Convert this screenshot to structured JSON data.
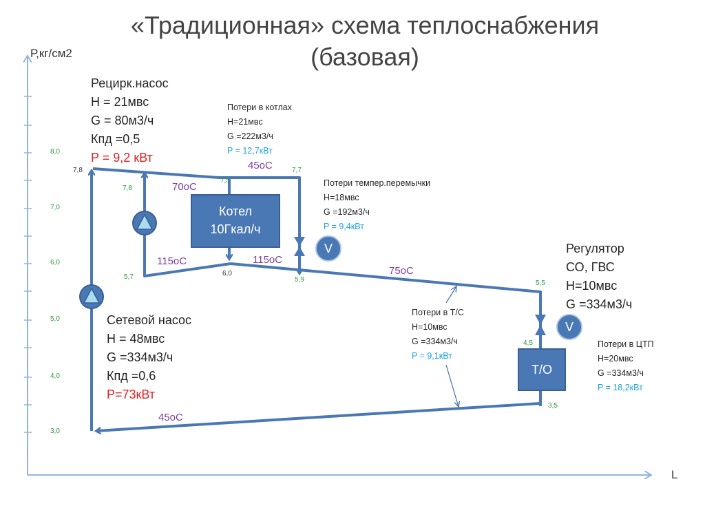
{
  "title": {
    "line1": "«Традиционная» схема теплоснабжения",
    "line2": "(базовая)"
  },
  "axes": {
    "y_label": "Р,кг/см2",
    "x_label": "L",
    "ticks": [
      "8,0",
      "7,0",
      "6,0",
      "5,0",
      "4,0",
      "3,0"
    ]
  },
  "recirc_pump": {
    "name": "Рецирк.насос",
    "head": "H = 21мвс",
    "flow": "G = 80м3/ч",
    "eff": "Кпд =0,5",
    "power": "P = 9,2 кВт"
  },
  "boiler_losses": {
    "title": "Потери в котлах",
    "head": "H=21мвс",
    "flow": "G =222м3/ч",
    "power": "P = 12,7кВт"
  },
  "bypass_losses": {
    "title": "Потери темпер.перемычки",
    "head": "H=18мвс",
    "flow": "G =192м3/ч",
    "power": "P = 9,4кВт"
  },
  "regulator": {
    "name": "Регулятор",
    "type": "СО, ГВС",
    "head": "H=10мвс",
    "flow": "G =334м3/ч"
  },
  "network_losses": {
    "title": "Потери в Т/С",
    "head": "H=10мвс",
    "flow": "G =334м3/ч",
    "power": "P = 9,1кВт"
  },
  "ctp_losses": {
    "title": "Потери в ЦТП",
    "head": "H=20мвс",
    "flow": "G =334м3/ч",
    "power": "P = 18,2кВт"
  },
  "network_pump": {
    "name": "Сетевой насос",
    "head": "H = 48мвс",
    "flow": "G =334м3/ч",
    "eff": "Кпд =0,6",
    "power": "P=73кВт"
  },
  "boiler": {
    "line1": "Котел",
    "line2": "10Гкал/ч"
  },
  "heat_exchanger": "Т/О",
  "valve_symbol": "V",
  "temperatures": {
    "t45_top": "45оС",
    "t70": "70оС",
    "t115_left": "115оС",
    "t115_right": "115оС",
    "t75": "75оС",
    "t45_bottom": "45оС"
  },
  "pressures": {
    "p78_top": "7,8",
    "p78_pump": "7,8",
    "p75": "7,5",
    "p77": "7,7",
    "p57": "5,7",
    "p60": "6,0",
    "p59": "5,9",
    "p55": "5,5",
    "p45": "4,5",
    "p35": "3,5"
  },
  "colors": {
    "pipe": "#4a78b4",
    "axis": "#8eb4e3",
    "power_red": "#e32020",
    "power_cyan": "#1aa3e0",
    "temp_purple": "#7b3fa0",
    "pressure_green": "#2e9a3e"
  }
}
